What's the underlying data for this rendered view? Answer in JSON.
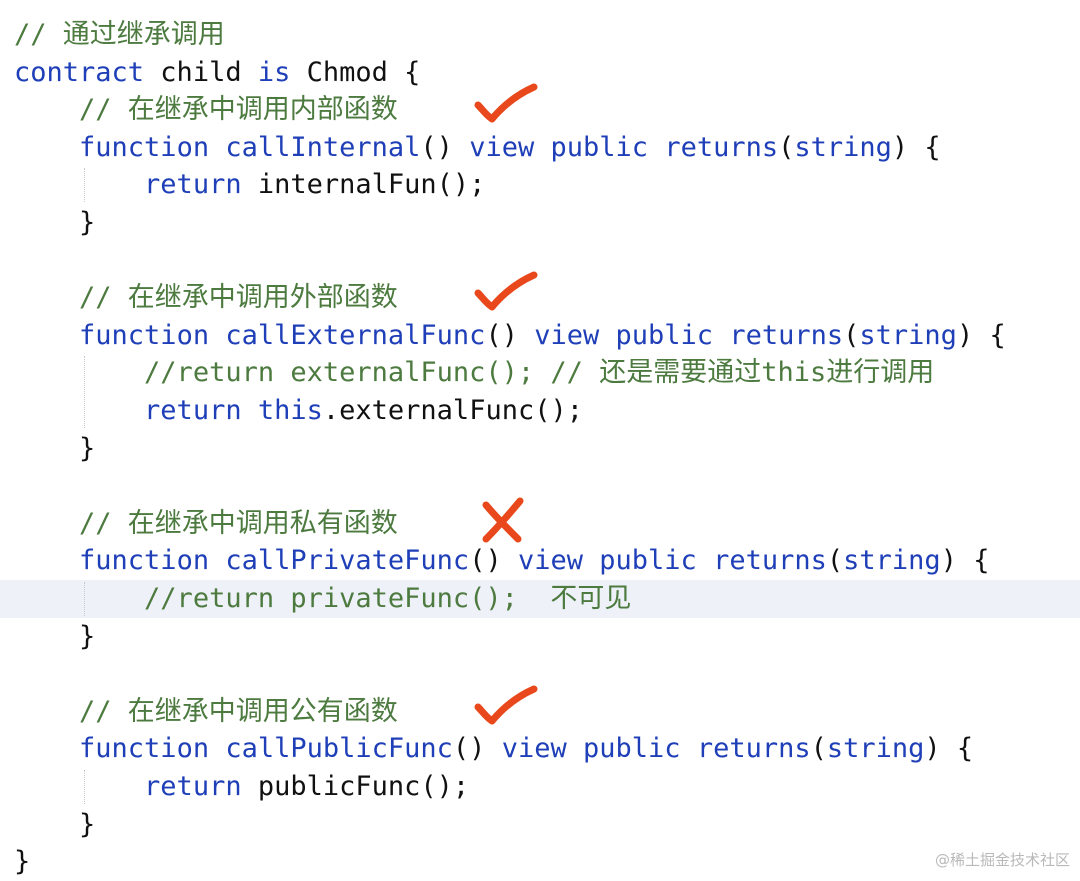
{
  "editor": {
    "lines": [
      [
        {
          "c": "cm",
          "t": "// 通过继承调用"
        }
      ],
      [
        {
          "c": "kw",
          "t": "contract"
        },
        {
          "c": "pl",
          "t": " child "
        },
        {
          "c": "kw",
          "t": "is"
        },
        {
          "c": "pl",
          "t": " Chmod {"
        }
      ],
      [
        {
          "c": "pl",
          "t": "    "
        },
        {
          "c": "cm",
          "t": "// 在继承中调用内部函数"
        }
      ],
      [
        {
          "c": "pl",
          "t": "    "
        },
        {
          "c": "kw",
          "t": "function"
        },
        {
          "c": "pl",
          "t": " "
        },
        {
          "c": "kw",
          "t": "callInternal"
        },
        {
          "c": "pl",
          "t": "() "
        },
        {
          "c": "kw",
          "t": "view"
        },
        {
          "c": "pl",
          "t": " "
        },
        {
          "c": "kw",
          "t": "public"
        },
        {
          "c": "pl",
          "t": " "
        },
        {
          "c": "kw",
          "t": "returns"
        },
        {
          "c": "pl",
          "t": "("
        },
        {
          "c": "ty",
          "t": "string"
        },
        {
          "c": "pl",
          "t": ") {"
        }
      ],
      [
        {
          "c": "pl",
          "t": "        "
        },
        {
          "c": "kw",
          "t": "return"
        },
        {
          "c": "pl",
          "t": " internalFun();"
        }
      ],
      [
        {
          "c": "pl",
          "t": "    }"
        }
      ],
      [
        {
          "c": "pl",
          "t": ""
        }
      ],
      [
        {
          "c": "pl",
          "t": "    "
        },
        {
          "c": "cm",
          "t": "// 在继承中调用外部函数"
        }
      ],
      [
        {
          "c": "pl",
          "t": "    "
        },
        {
          "c": "kw",
          "t": "function"
        },
        {
          "c": "pl",
          "t": " "
        },
        {
          "c": "kw",
          "t": "callExternalFunc"
        },
        {
          "c": "pl",
          "t": "() "
        },
        {
          "c": "kw",
          "t": "view"
        },
        {
          "c": "pl",
          "t": " "
        },
        {
          "c": "kw",
          "t": "public"
        },
        {
          "c": "pl",
          "t": " "
        },
        {
          "c": "kw",
          "t": "returns"
        },
        {
          "c": "pl",
          "t": "("
        },
        {
          "c": "ty",
          "t": "string"
        },
        {
          "c": "pl",
          "t": ") {"
        }
      ],
      [
        {
          "c": "pl",
          "t": "        "
        },
        {
          "c": "cm",
          "t": "//return externalFunc(); // 还是需要通过this进行调用"
        }
      ],
      [
        {
          "c": "pl",
          "t": "        "
        },
        {
          "c": "kw",
          "t": "return"
        },
        {
          "c": "pl",
          "t": " "
        },
        {
          "c": "kw",
          "t": "this"
        },
        {
          "c": "pl",
          "t": ".externalFunc();"
        }
      ],
      [
        {
          "c": "pl",
          "t": "    }"
        }
      ],
      [
        {
          "c": "pl",
          "t": ""
        }
      ],
      [
        {
          "c": "pl",
          "t": "    "
        },
        {
          "c": "cm",
          "t": "// 在继承中调用私有函数"
        }
      ],
      [
        {
          "c": "pl",
          "t": "    "
        },
        {
          "c": "kw",
          "t": "function"
        },
        {
          "c": "pl",
          "t": " "
        },
        {
          "c": "kw",
          "t": "callPrivateFunc"
        },
        {
          "c": "pl",
          "t": "() "
        },
        {
          "c": "kw",
          "t": "view"
        },
        {
          "c": "pl",
          "t": " "
        },
        {
          "c": "kw",
          "t": "public"
        },
        {
          "c": "pl",
          "t": " "
        },
        {
          "c": "kw",
          "t": "returns"
        },
        {
          "c": "pl",
          "t": "("
        },
        {
          "c": "ty",
          "t": "string"
        },
        {
          "c": "pl",
          "t": ") {"
        }
      ],
      [
        {
          "c": "pl",
          "t": "        "
        },
        {
          "c": "cm",
          "t": "//return privateFunc();  不可见"
        }
      ],
      [
        {
          "c": "pl",
          "t": "    }"
        }
      ],
      [
        {
          "c": "pl",
          "t": ""
        }
      ],
      [
        {
          "c": "pl",
          "t": "    "
        },
        {
          "c": "cm",
          "t": "// 在继承中调用公有函数"
        }
      ],
      [
        {
          "c": "pl",
          "t": "    "
        },
        {
          "c": "kw",
          "t": "function"
        },
        {
          "c": "pl",
          "t": " "
        },
        {
          "c": "kw",
          "t": "callPublicFunc"
        },
        {
          "c": "pl",
          "t": "() "
        },
        {
          "c": "kw",
          "t": "view"
        },
        {
          "c": "pl",
          "t": " "
        },
        {
          "c": "kw",
          "t": "public"
        },
        {
          "c": "pl",
          "t": " "
        },
        {
          "c": "kw",
          "t": "returns"
        },
        {
          "c": "pl",
          "t": "("
        },
        {
          "c": "ty",
          "t": "string"
        },
        {
          "c": "pl",
          "t": ") {"
        }
      ],
      [
        {
          "c": "pl",
          "t": "        "
        },
        {
          "c": "kw",
          "t": "return"
        },
        {
          "c": "pl",
          "t": " publicFunc();"
        }
      ],
      [
        {
          "c": "pl",
          "t": "    }"
        }
      ],
      [
        {
          "c": "pl",
          "t": "}"
        }
      ]
    ],
    "current_line": 15
  },
  "annotations": [
    {
      "line": 2,
      "kind": "check",
      "icon": "check-mark-icon"
    },
    {
      "line": 7,
      "kind": "check",
      "icon": "check-mark-icon"
    },
    {
      "line": 13,
      "kind": "cross",
      "icon": "cross-mark-icon"
    },
    {
      "line": 18,
      "kind": "check",
      "icon": "check-mark-icon"
    }
  ],
  "watermark": "@稀土掘金技术社区",
  "colors": {
    "keyword": "#1f3fb8",
    "comment": "#4c7a3f",
    "mark": "#e8481c",
    "current_line": "#eef1f8"
  }
}
